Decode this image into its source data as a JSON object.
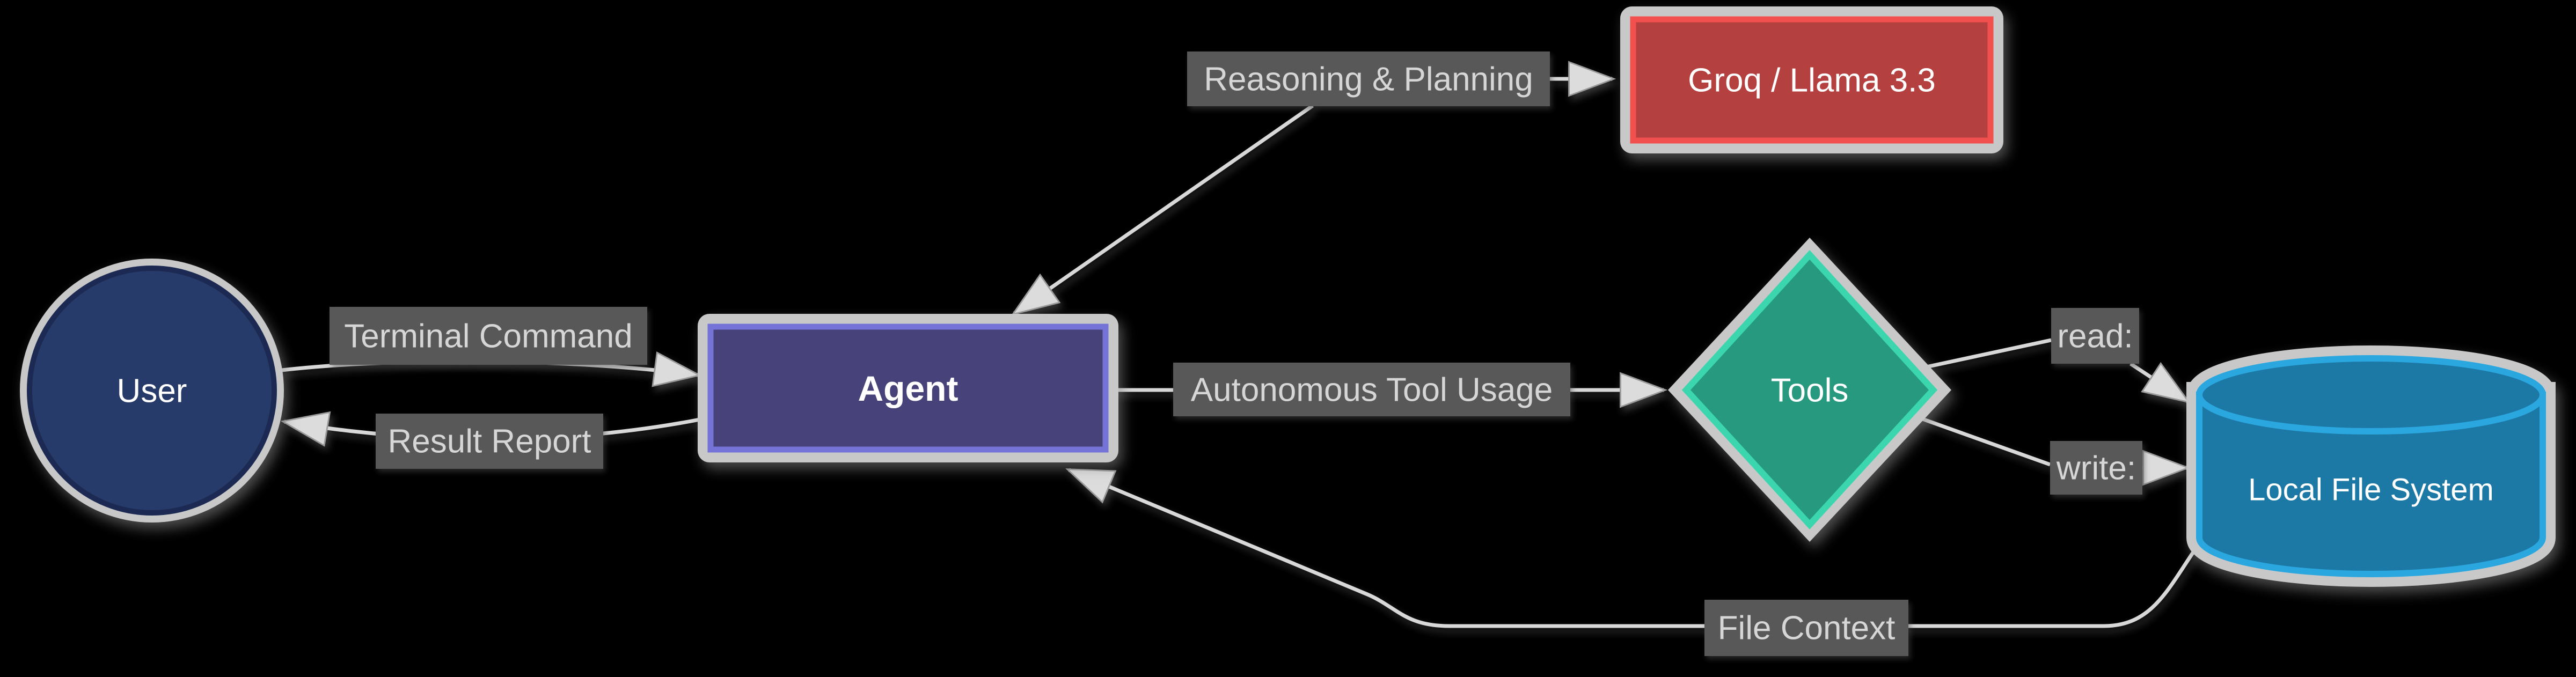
{
  "diagram": {
    "background": "#000000",
    "nodes": {
      "user": {
        "label": "User",
        "shape": "circle",
        "fill": "#253A69",
        "border": "#1A2C52"
      },
      "agent": {
        "label": "Agent",
        "shape": "rectangle",
        "fill": "#474379",
        "border": "#7473D8"
      },
      "groq": {
        "label": "Groq / Llama 3.3",
        "shape": "rectangle",
        "fill": "#B54040",
        "border": "#F25050"
      },
      "tools": {
        "label": "Tools",
        "shape": "diamond",
        "fill": "#26997E",
        "border": "#3AD6AE"
      },
      "local_file_system": {
        "label": "Local File System",
        "shape": "cylinder",
        "fill": "#1F78A4",
        "border": "#2BA7DF"
      }
    },
    "edges": [
      {
        "from": "User",
        "to": "Agent",
        "label": "Terminal Command"
      },
      {
        "from": "Agent",
        "to": "User",
        "label": "Result Report"
      },
      {
        "from": "Agent",
        "to": "Groq / Llama 3.3",
        "label": "Reasoning & Planning"
      },
      {
        "from": "Agent",
        "to": "Tools",
        "label": "Autonomous Tool Usage"
      },
      {
        "from": "Tools",
        "to": "Local File System",
        "label": "read:"
      },
      {
        "from": "Tools",
        "to": "Local File System",
        "label": "write:"
      },
      {
        "from": "Local File System",
        "to": "Agent",
        "label": "File Context"
      }
    ],
    "colors": {
      "edge_line": "#D8D8D8",
      "arrowhead": "#DCDCDC",
      "label_background": "#595959",
      "label_text": "#D6D6D6",
      "node_text": "#FFFFFF",
      "node_outline": "#C8C8C8"
    }
  }
}
